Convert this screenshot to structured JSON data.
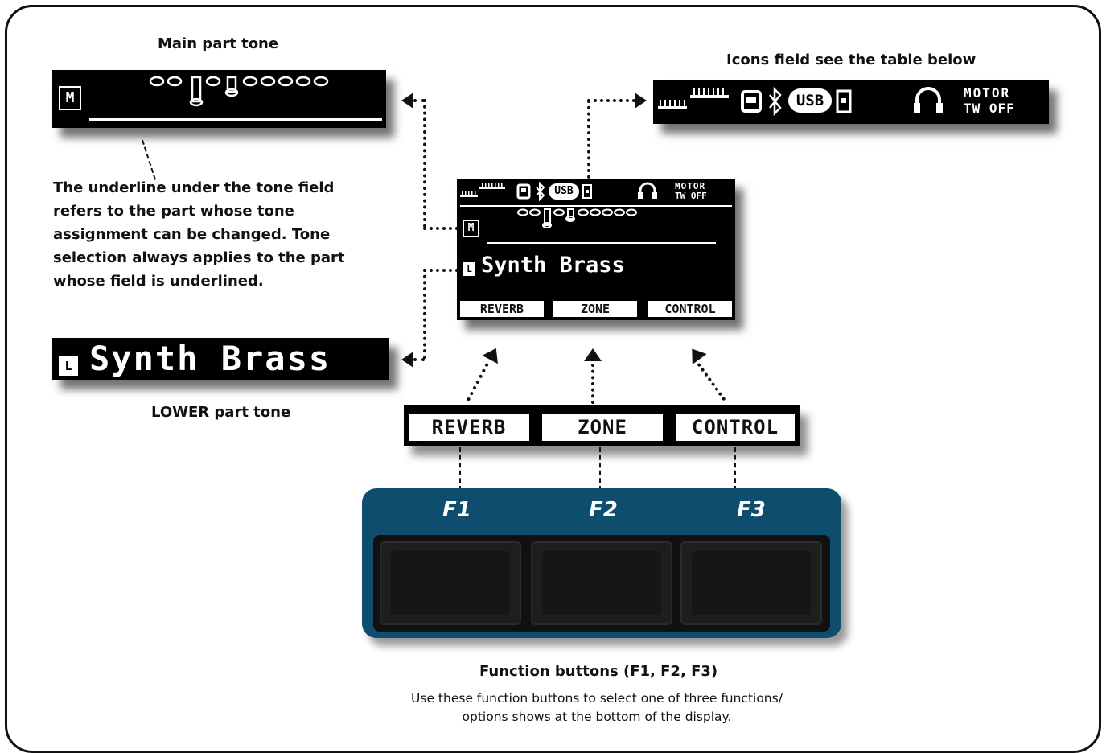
{
  "captions": {
    "main_part_tone": "Main part tone",
    "icons_field": "Icons field see the table below",
    "lower_part_tone": "LOWER part tone",
    "function_buttons": "Function buttons (F1, F2, F3)"
  },
  "underline_note": "The underline under the tone field refers to the part whose tone assignment can be changed. Tone selection always applies to the part whose field is underlined.",
  "function_desc_line1": "Use these function buttons to select one of three functions/",
  "function_desc_line2": "options shows at the bottom of the display.",
  "display": {
    "main_part_letter": "M",
    "lower_part_letter": "L",
    "lower_tone_name": "Synth Brass",
    "usb_label": "USB",
    "motor_line1": "MOTOR",
    "motor_line2": "TW OFF",
    "softkeys": [
      "REVERB",
      "ZONE",
      "CONTROL"
    ]
  },
  "function_keys": [
    "F1",
    "F2",
    "F3"
  ],
  "icons": [
    "keyboard-range-icon",
    "disk-icon",
    "bluetooth-icon",
    "usb-icon",
    "headphones-icon"
  ]
}
